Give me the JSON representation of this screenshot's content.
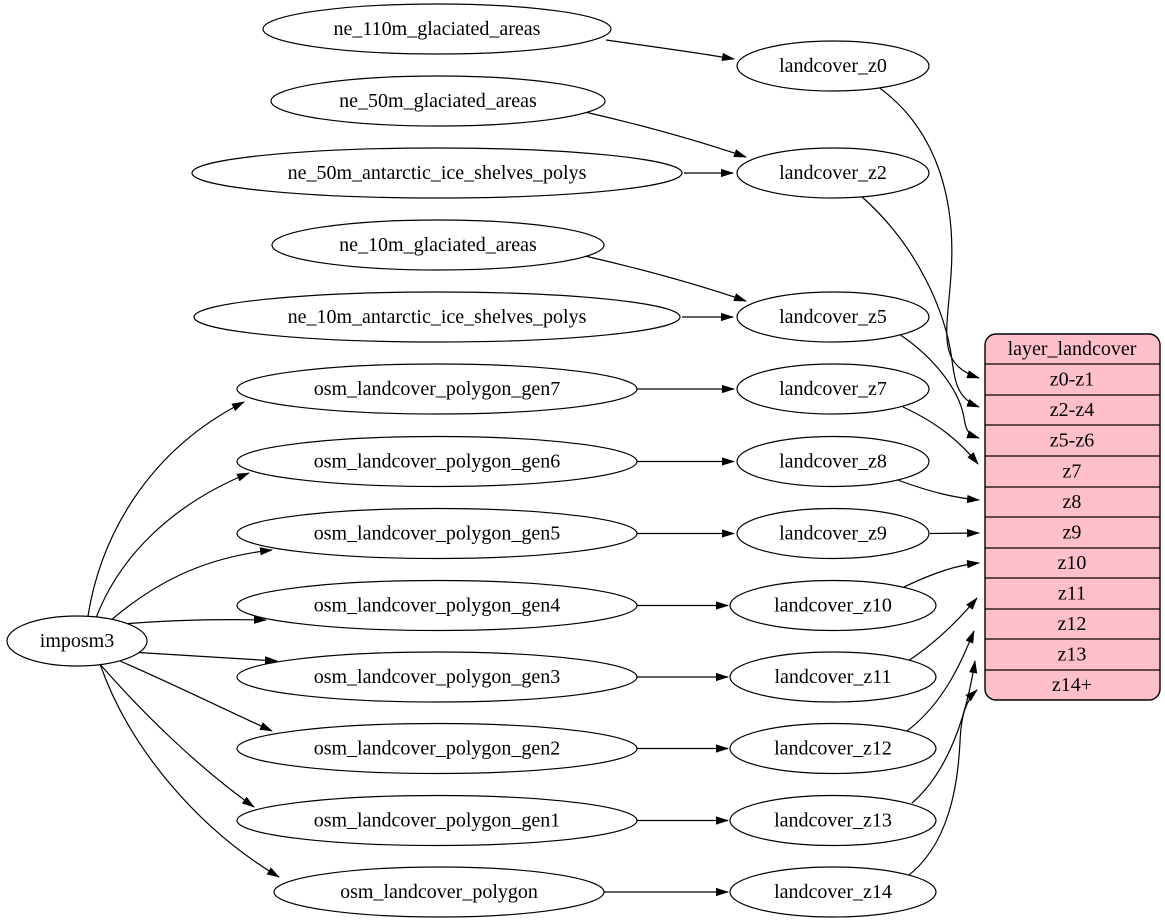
{
  "colors": {
    "background": "#ffffff",
    "node_fill": "#ffffff",
    "node_stroke": "#000000",
    "edge": "#000000",
    "table_fill": "#ffc0cb",
    "table_stroke": "#000000",
    "text": "#000000"
  },
  "nodes": {
    "imposm3": {
      "label": "imposm3"
    },
    "ne_110m_glaciated_areas": {
      "label": "ne_110m_glaciated_areas"
    },
    "ne_50m_glaciated_areas": {
      "label": "ne_50m_glaciated_areas"
    },
    "ne_50m_antarctic_ice_shelves_polys": {
      "label": "ne_50m_antarctic_ice_shelves_polys"
    },
    "ne_10m_glaciated_areas": {
      "label": "ne_10m_glaciated_areas"
    },
    "ne_10m_antarctic_ice_shelves_polys": {
      "label": "ne_10m_antarctic_ice_shelves_polys"
    },
    "osm_landcover_polygon_gen7": {
      "label": "osm_landcover_polygon_gen7"
    },
    "osm_landcover_polygon_gen6": {
      "label": "osm_landcover_polygon_gen6"
    },
    "osm_landcover_polygon_gen5": {
      "label": "osm_landcover_polygon_gen5"
    },
    "osm_landcover_polygon_gen4": {
      "label": "osm_landcover_polygon_gen4"
    },
    "osm_landcover_polygon_gen3": {
      "label": "osm_landcover_polygon_gen3"
    },
    "osm_landcover_polygon_gen2": {
      "label": "osm_landcover_polygon_gen2"
    },
    "osm_landcover_polygon_gen1": {
      "label": "osm_landcover_polygon_gen1"
    },
    "osm_landcover_polygon": {
      "label": "osm_landcover_polygon"
    },
    "landcover_z0": {
      "label": "landcover_z0"
    },
    "landcover_z2": {
      "label": "landcover_z2"
    },
    "landcover_z5": {
      "label": "landcover_z5"
    },
    "landcover_z7": {
      "label": "landcover_z7"
    },
    "landcover_z8": {
      "label": "landcover_z8"
    },
    "landcover_z9": {
      "label": "landcover_z9"
    },
    "landcover_z10": {
      "label": "landcover_z10"
    },
    "landcover_z11": {
      "label": "landcover_z11"
    },
    "landcover_z12": {
      "label": "landcover_z12"
    },
    "landcover_z13": {
      "label": "landcover_z13"
    },
    "landcover_z14": {
      "label": "landcover_z14"
    }
  },
  "table": {
    "title": "layer_landcover",
    "rows": [
      "z0-z1",
      "z2-z4",
      "z5-z6",
      "z7",
      "z8",
      "z9",
      "z10",
      "z11",
      "z12",
      "z13",
      "z14+"
    ]
  },
  "edges": [
    {
      "from": "ne_110m_glaciated_areas",
      "to": "landcover_z0"
    },
    {
      "from": "ne_50m_glaciated_areas",
      "to": "landcover_z2"
    },
    {
      "from": "ne_50m_antarctic_ice_shelves_polys",
      "to": "landcover_z2"
    },
    {
      "from": "ne_10m_glaciated_areas",
      "to": "landcover_z5"
    },
    {
      "from": "ne_10m_antarctic_ice_shelves_polys",
      "to": "landcover_z5"
    },
    {
      "from": "imposm3",
      "to": "osm_landcover_polygon_gen7"
    },
    {
      "from": "imposm3",
      "to": "osm_landcover_polygon_gen6"
    },
    {
      "from": "imposm3",
      "to": "osm_landcover_polygon_gen5"
    },
    {
      "from": "imposm3",
      "to": "osm_landcover_polygon_gen4"
    },
    {
      "from": "imposm3",
      "to": "osm_landcover_polygon_gen3"
    },
    {
      "from": "imposm3",
      "to": "osm_landcover_polygon_gen2"
    },
    {
      "from": "imposm3",
      "to": "osm_landcover_polygon_gen1"
    },
    {
      "from": "imposm3",
      "to": "osm_landcover_polygon"
    },
    {
      "from": "osm_landcover_polygon_gen7",
      "to": "landcover_z7"
    },
    {
      "from": "osm_landcover_polygon_gen6",
      "to": "landcover_z8"
    },
    {
      "from": "osm_landcover_polygon_gen5",
      "to": "landcover_z9"
    },
    {
      "from": "osm_landcover_polygon_gen4",
      "to": "landcover_z10"
    },
    {
      "from": "osm_landcover_polygon_gen3",
      "to": "landcover_z11"
    },
    {
      "from": "osm_landcover_polygon_gen2",
      "to": "landcover_z12"
    },
    {
      "from": "osm_landcover_polygon_gen1",
      "to": "landcover_z13"
    },
    {
      "from": "osm_landcover_polygon",
      "to": "landcover_z14"
    },
    {
      "from": "landcover_z0",
      "to": "layer_landcover",
      "port": "z0-z1"
    },
    {
      "from": "landcover_z2",
      "to": "layer_landcover",
      "port": "z2-z4"
    },
    {
      "from": "landcover_z5",
      "to": "layer_landcover",
      "port": "z5-z6"
    },
    {
      "from": "landcover_z7",
      "to": "layer_landcover",
      "port": "z7"
    },
    {
      "from": "landcover_z8",
      "to": "layer_landcover",
      "port": "z8"
    },
    {
      "from": "landcover_z9",
      "to": "layer_landcover",
      "port": "z9"
    },
    {
      "from": "landcover_z10",
      "to": "layer_landcover",
      "port": "z10"
    },
    {
      "from": "landcover_z11",
      "to": "layer_landcover",
      "port": "z11"
    },
    {
      "from": "landcover_z12",
      "to": "layer_landcover",
      "port": "z12"
    },
    {
      "from": "landcover_z13",
      "to": "layer_landcover",
      "port": "z13"
    },
    {
      "from": "landcover_z14",
      "to": "layer_landcover",
      "port": "z14+"
    }
  ]
}
